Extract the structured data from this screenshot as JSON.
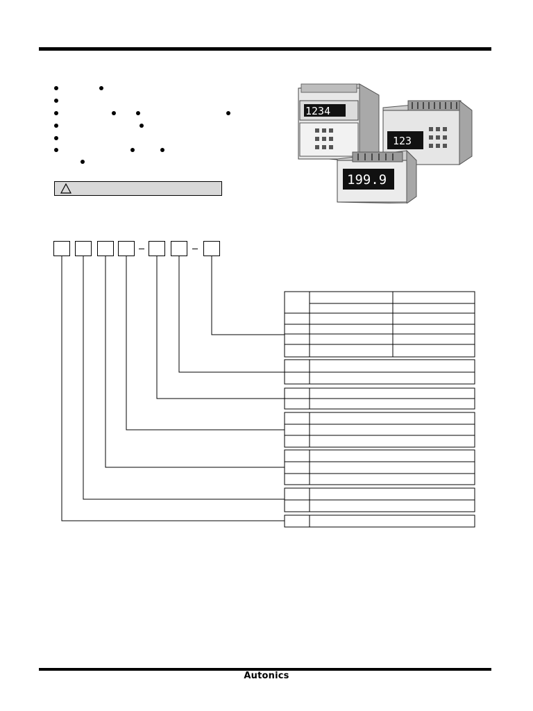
{
  "footer": {
    "brand": "Autonics"
  },
  "features": {
    "bullet_count": 7
  },
  "caution": {
    "icon": "warning-triangle-icon"
  },
  "ordering_code": {
    "box_count": 7
  },
  "product_photo": {
    "displays": [
      "1234",
      "123",
      "199.9"
    ]
  }
}
